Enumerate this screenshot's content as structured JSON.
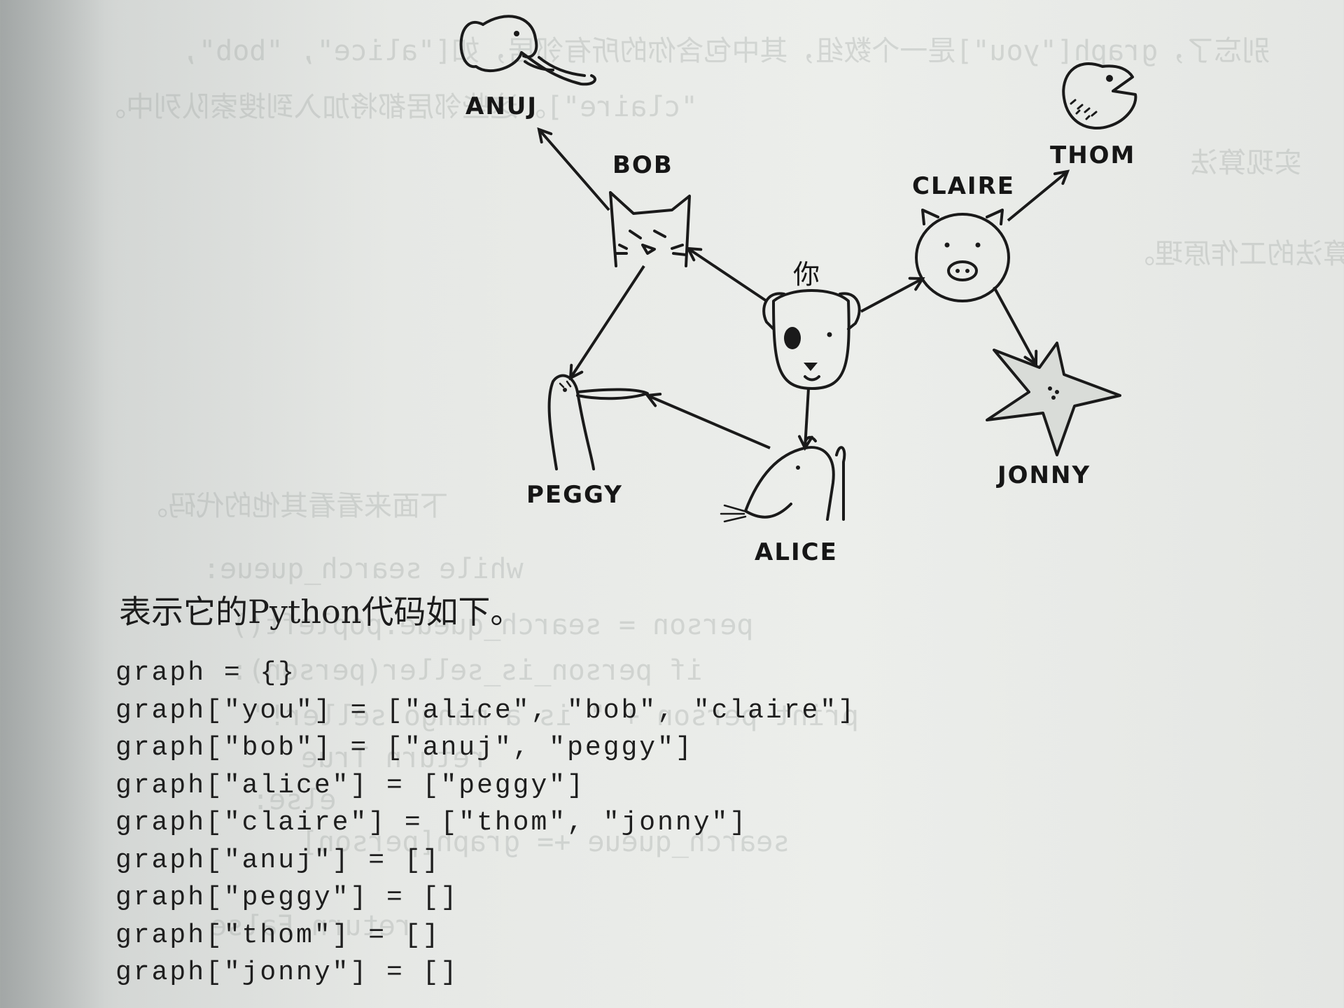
{
  "graph": {
    "nodes": [
      {
        "id": "you",
        "label": "你",
        "animal": "dog"
      },
      {
        "id": "bob",
        "label": "BOB",
        "animal": "cat"
      },
      {
        "id": "alice",
        "label": "ALICE",
        "animal": "mouse"
      },
      {
        "id": "claire",
        "label": "CLAIRE",
        "animal": "pig"
      },
      {
        "id": "anuj",
        "label": "ANUJ",
        "animal": "elephant"
      },
      {
        "id": "peggy",
        "label": "PEGGY",
        "animal": "bird"
      },
      {
        "id": "thom",
        "label": "THOM",
        "animal": "fish"
      },
      {
        "id": "jonny",
        "label": "JONNY",
        "animal": "starfish"
      }
    ],
    "edges": [
      {
        "from": "you",
        "to": "bob"
      },
      {
        "from": "you",
        "to": "alice"
      },
      {
        "from": "you",
        "to": "claire"
      },
      {
        "from": "bob",
        "to": "anuj"
      },
      {
        "from": "bob",
        "to": "peggy"
      },
      {
        "from": "alice",
        "to": "peggy"
      },
      {
        "from": "claire",
        "to": "thom"
      },
      {
        "from": "claire",
        "to": "jonny"
      }
    ]
  },
  "caption": "表示它的Python代码如下。",
  "code_lines": [
    "graph = {}",
    "graph[\"you\"] = [\"alice\", \"bob\", \"claire\"]",
    "graph[\"bob\"] = [\"anuj\", \"peggy\"]",
    "graph[\"alice\"] = [\"peggy\"]",
    "graph[\"claire\"] = [\"thom\", \"jonny\"]",
    "graph[\"anuj\"] = []",
    "graph[\"peggy\"] = []",
    "graph[\"thom\"] = []",
    "graph[\"jonny\"] = []"
  ],
  "bleed_through": [
    "别忘了，graph[\"you\"]是一个数组，其中包含你的所有邻居，如[\"alice\", \"bob\",",
    "\"claire\"]。这些邻居都将加入到搜索队列中。",
    "实现算法",
    "先概述一下这种算法的工作原理。",
    "下面来看看其他的代码。",
    "while search_queue:",
    "    person = search_queue.popleft()",
    "    if person_is_seller(person):",
    "        print person + \" is a mango seller!\"",
    "        return True",
    "    else:",
    "        search_queue += graph[person]",
    "return False"
  ]
}
